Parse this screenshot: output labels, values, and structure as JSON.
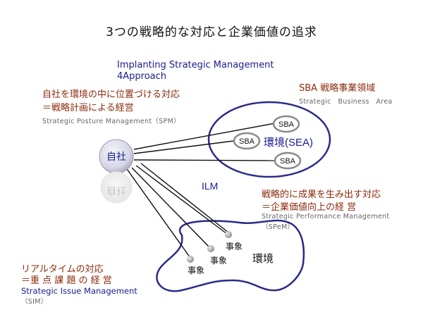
{
  "title": "3つの戦略的な対応と企業価値の追求",
  "approach": {
    "line1": "Implanting Strategic Management",
    "line2": "4Approach"
  },
  "spm": {
    "line1": "自社を環境の中に位置づける対応",
    "line2": "＝戦略計画による経営",
    "english": "Strategic Posture Management（SPM）"
  },
  "sba_area": {
    "title": "SBA 戦略事業領域",
    "english": "Strategic　Business　Area"
  },
  "company": "自社",
  "company_mirror": "自社",
  "sba_label": "SBA",
  "sea_label": "環境(SEA)",
  "ilm_label": "ILM",
  "spem": {
    "line1": "戦略的に成果を生み出す対応",
    "line2": "＝企業価値向上の経 営",
    "english": "Strategic Performance Management",
    "abbr": "（SPeM）"
  },
  "environment": {
    "label": "環境",
    "event_label": "事象"
  },
  "sim": {
    "line1": "リアルタイムの対応",
    "line2": "＝重 点 課 題 の 経 営",
    "english": "Strategic Issue Management",
    "abbr": "（SIM）"
  }
}
